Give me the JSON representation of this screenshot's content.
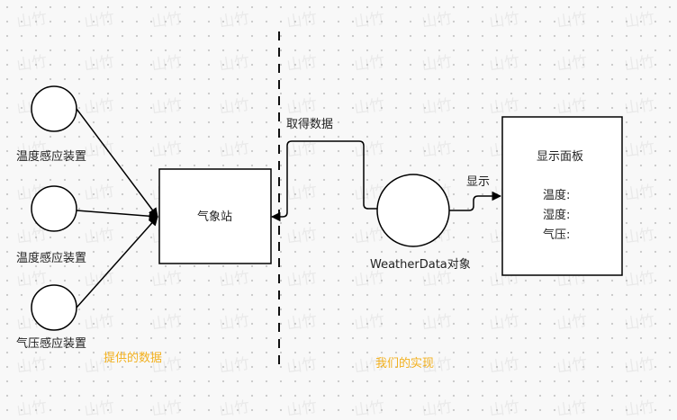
{
  "sensors": [
    {
      "label": "温度感应装置"
    },
    {
      "label": "温度感应装置"
    },
    {
      "label": "气压感应装置"
    }
  ],
  "station": {
    "label": "气象站"
  },
  "fetch_label": "取得数据",
  "weather_data": {
    "label": "WeatherData对象"
  },
  "show_label": "显示",
  "display": {
    "title": "显示面板",
    "fields": [
      "温度:",
      "湿度:",
      "气压:"
    ]
  },
  "notes": {
    "provided": "提供的数据",
    "ours": "我们的实现"
  },
  "watermark": "山竹",
  "colors": {
    "stroke": "#000000",
    "note": "#f2b01e",
    "background": "#f8f8f8"
  }
}
